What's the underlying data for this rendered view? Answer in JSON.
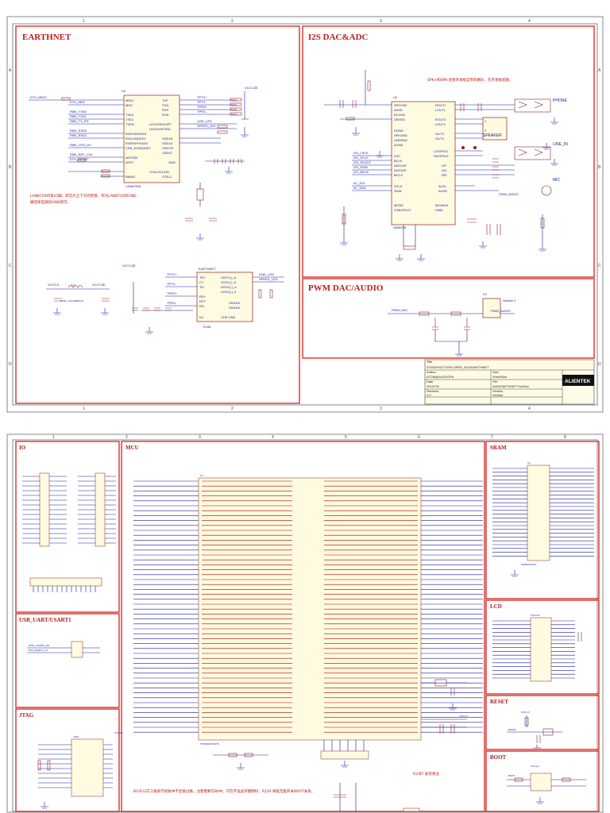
{
  "sheet1": {
    "grid_cols": [
      "1",
      "2",
      "3",
      "4"
    ],
    "grid_rows": [
      "A",
      "B",
      "C",
      "D"
    ],
    "panels": {
      "earthnet": "EARTHNET",
      "i2s": "I2S DAC&ADC",
      "pwm": "PWM DAC/AUDIO"
    },
    "lan_chip": {
      "ref": "U3",
      "part": "LAN8720A",
      "left_pins": [
        "MDIO",
        "MDC",
        "TXD0",
        "TXD1",
        "TXEN",
        "RXD0/MODE0",
        "RXD1/MODE1",
        "RXER/PHYAD0",
        "CRS_DV/MODE2",
        "nINTSEL",
        "nRST",
        "RBIAS"
      ],
      "right_pins": [
        "TXP",
        "TXN",
        "RXP",
        "RXN",
        "LED1/REGOFF",
        "LED2/nINTSEL",
        "VDD2A",
        "VDD1A",
        "VDDCR",
        "VDDIO",
        "GND",
        "XTAL1/CLKIN",
        "XTAL2"
      ],
      "left_nets": [
        "ETH_MDIO",
        "ETH_MDC",
        "RMII_TXD0",
        "RMII_TXD1",
        "RMII_TX_EN",
        "RMII_RXD0",
        "RMII_RXD1",
        "RMII_CRS_DV",
        "RMII_REF_CLK",
        "ETH_RESET"
      ],
      "right_nets": [
        "TPTX+",
        "TPTX-",
        "TPRX+",
        "TPRX-",
        "LINK_LED",
        "SPEED_LED",
        "VCC3.3E"
      ]
    },
    "lan_note": "LAN8720的第25脚，即芯片正下方的焊盘，作为LAN8720的GND脚连接电源的GND即可。",
    "rj45": {
      "ref": "RJ45",
      "label": "EARTHNET",
      "pins": [
        "TD+",
        "CT",
        "TD-",
        "RD+",
        "RCT",
        "RD-",
        "NC",
        "LEDY(-)_A",
        "LEDY(-)_K",
        "LEDG(-)_A",
        "LEDG(-)_K",
        "SHILED",
        "SHILED",
        "CHS GND"
      ],
      "nets": [
        "TPTX+",
        "TPTX-",
        "TPRX+",
        "TPRX-",
        "LINK_LED",
        "SPEED_LED"
      ]
    },
    "ferrite": {
      "ref": "L1",
      "value": "220R_2.0A 0805DCR",
      "left": "VCC3.3",
      "right": "VCC3.3E"
    },
    "codec": {
      "ref": "U2",
      "part": "WM8978",
      "left_pins": [
        "SPKVDD",
        "AVDD",
        "DCVDD",
        "DBVDD",
        "DGND",
        "SPKGND",
        "GNDPAD",
        "AGND",
        "LRC",
        "BCLK",
        "ADCDAT",
        "DACDAT",
        "MCLK",
        "SCLK",
        "SDIN",
        "MODE",
        "CSB/GPIO1"
      ],
      "right_pins": [
        "ROUT1",
        "LOUT1",
        "ROUT2",
        "LOUT2",
        "OUT3",
        "OUT4",
        "L2/GPIO2",
        "R2/GPIO3",
        "LIP",
        "LIN",
        "RIP",
        "AUXL",
        "AUXR",
        "MICBIAS",
        "VMID"
      ],
      "left_nets": [
        "I2S_LRCK",
        "I2S_SCLK",
        "I2S_SDOUT",
        "I2S_SDIN",
        "I2S_MCLK",
        "IIC_SCL",
        "IIC_SDA"
      ]
    },
    "codec_note": "SPK+和SPK-连接开发板自带的喇叭，在开发板底部。",
    "connectors": [
      "PHONE",
      "LINE_IN",
      "MIC",
      "SPEAKER",
      "PWM_AUDIO"
    ],
    "pwm": {
      "net_in": "PWM_DAC",
      "net_out": "PWM_AUDIO",
      "header": "Header 2",
      "ref": "P2"
    },
    "title_block": {
      "title_label": "Title",
      "title": "STM32F407 EXPLORER_AUDIO&ETHNET",
      "author_label": "Author",
      "author": "ATOM@ALIENTEK",
      "date_label": "Date",
      "date": "2013/7/8",
      "revision_label": "Revision",
      "revision": "2.0",
      "size_label": "Size",
      "size": "SheetSize",
      "file_label": "File",
      "file": "AUDIO&ETHNET.SchDoc",
      "version_label": "Version",
      "version": "Version",
      "logo": "ALIENTEK"
    }
  },
  "sheet2": {
    "grid_cols": [
      "1",
      "2",
      "3",
      "4",
      "5",
      "6",
      "7",
      "8"
    ],
    "panels": {
      "io": "IO",
      "mcu": "MCU",
      "sram": "SRAM",
      "lcd": "LCD",
      "usb": "USB_UART/USART1",
      "jtag": "JTAG",
      "reset": "RESET",
      "boot": "BOOT"
    },
    "mcu_chip": {
      "ref": "U1",
      "part": "STM32F407ZET6"
    },
    "sram_chip": {
      "ref": "U4",
      "part": "IS62WV51216"
    },
    "lcd_conn": {
      "ref": "TFTLCD"
    },
    "jtag_conn": {
      "ref": "JTAG"
    },
    "usb_nets": [
      "PA10_USART1_RX",
      "PA9_USART1_TX"
    ],
    "reset_label": "RESET",
    "boot_label": "BOOT",
    "note_red": "B1/R12在工板初学初板中不连接过路，注意需要在B0中，可在不设此开键网码：R220 将能无能开关BOOT关系。",
    "note_r2": "R2/B7 安装请注",
    "vcc": "VCC3.3"
  }
}
